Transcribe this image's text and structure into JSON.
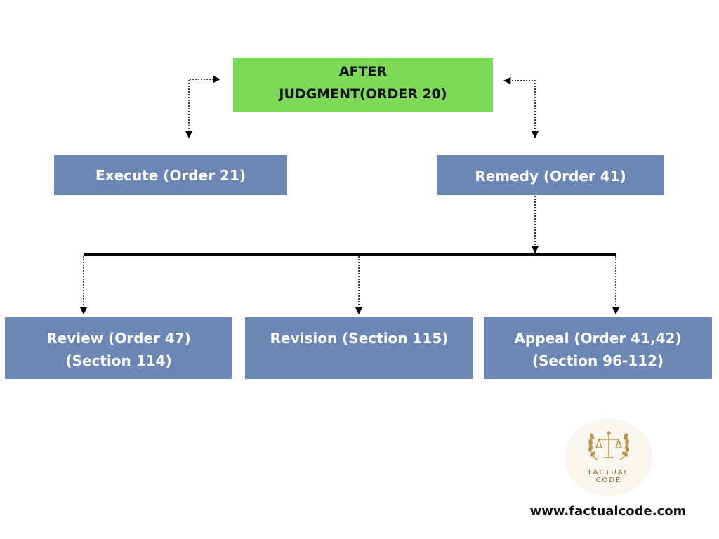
{
  "root": {
    "line1": "AFTER",
    "line2": "JUDGMENT(ORDER 20)"
  },
  "level1": {
    "execute": "Execute (Order 21)",
    "remedy": "Remedy (Order 41)"
  },
  "level2": {
    "review": {
      "line1": "Review (Order 47)",
      "line2": "(Section 114)"
    },
    "revision": {
      "line1": "Revision (Section 115)"
    },
    "appeal": {
      "line1": "Appeal (Order 41,42)",
      "line2": "(Section 96-112)"
    }
  },
  "logo": {
    "word1": "FACTUAL",
    "word2": "CODE"
  },
  "footer": {
    "url": "www.factualcode.com"
  },
  "colors": {
    "root_fill": "#7ed957",
    "box_fill": "#6c86b6",
    "logo_gold": "#b8954a"
  }
}
